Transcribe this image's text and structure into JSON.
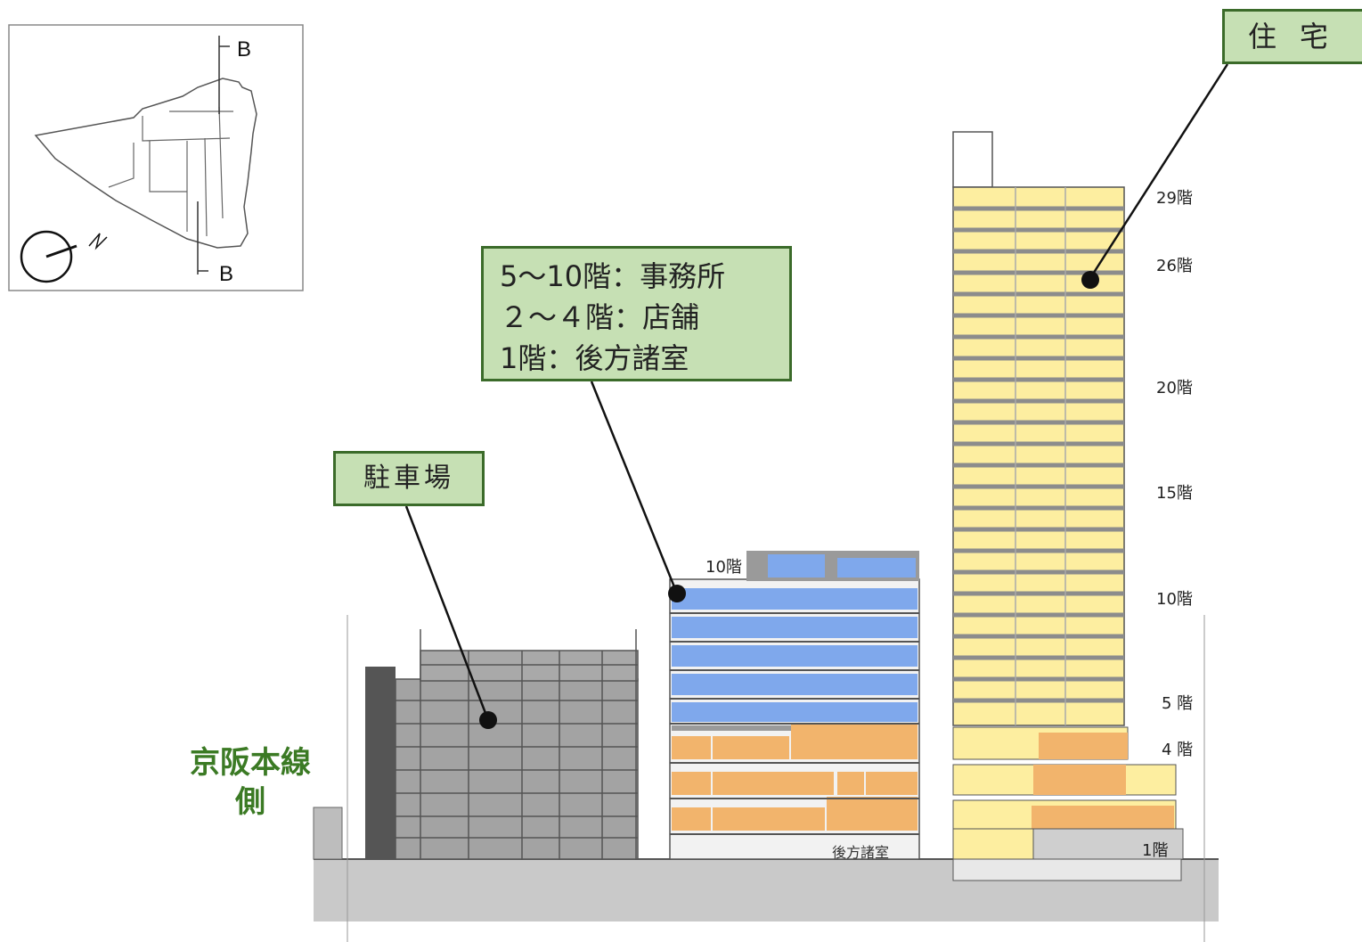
{
  "key_plan": {
    "section_mark_top": "B",
    "section_mark_bottom": "B"
  },
  "callouts": {
    "parking": "駐車場",
    "office": [
      "5～10階：事務所",
      "２～４階：店舗",
      "1階：後方諸室"
    ],
    "housing": "住宅"
  },
  "side_label": [
    "京阪本線",
    "側"
  ],
  "middle_building": {
    "top_floor_label": "10階",
    "room_label": "後方諸室"
  },
  "tower": {
    "floor_labels": [
      "29階",
      "26階",
      "20階",
      "15階",
      "10階",
      "5 階",
      "4 階",
      "1階"
    ]
  },
  "colors": {
    "callout_fill": "#c6e0b4",
    "callout_border": "#3b6b2a",
    "side_label": "#3b7a24",
    "parking": "#9a9a9a",
    "office": "#7fa8ec",
    "retail": "#f2b46c",
    "housing": "#fdeea0"
  }
}
